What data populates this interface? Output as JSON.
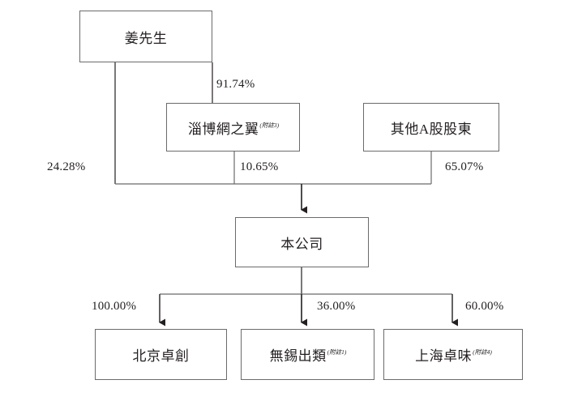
{
  "diagram": {
    "type": "org-ownership-chart",
    "nodes": [
      {
        "id": "jiang",
        "label": "姜先生",
        "note": ""
      },
      {
        "id": "zibo",
        "label": "淄博網之翼",
        "note": "(附註3)"
      },
      {
        "id": "other_a",
        "label": "其他A股股東",
        "note": ""
      },
      {
        "id": "company",
        "label": "本公司",
        "note": ""
      },
      {
        "id": "beijing",
        "label": "北京卓創",
        "note": ""
      },
      {
        "id": "wuxi",
        "label": "無錫出類",
        "note": "(附註1)"
      },
      {
        "id": "shanghai",
        "label": "上海卓味",
        "note": "(附註4)"
      }
    ],
    "edges": [
      {
        "from": "jiang",
        "to": "zibo",
        "label": "91.74%"
      },
      {
        "from": "jiang",
        "to": "company",
        "label": "24.28%"
      },
      {
        "from": "zibo",
        "to": "company",
        "label": "10.65%"
      },
      {
        "from": "other_a",
        "to": "company",
        "label": "65.07%"
      },
      {
        "from": "company",
        "to": "beijing",
        "label": "100.00%"
      },
      {
        "from": "company",
        "to": "wuxi",
        "label": "36.00%"
      },
      {
        "from": "company",
        "to": "shanghai",
        "label": "60.00%"
      }
    ],
    "colors": {
      "box_border": "#6b6b6b",
      "connector": "#231f20",
      "text": "#231f20",
      "background": "#ffffff"
    }
  }
}
